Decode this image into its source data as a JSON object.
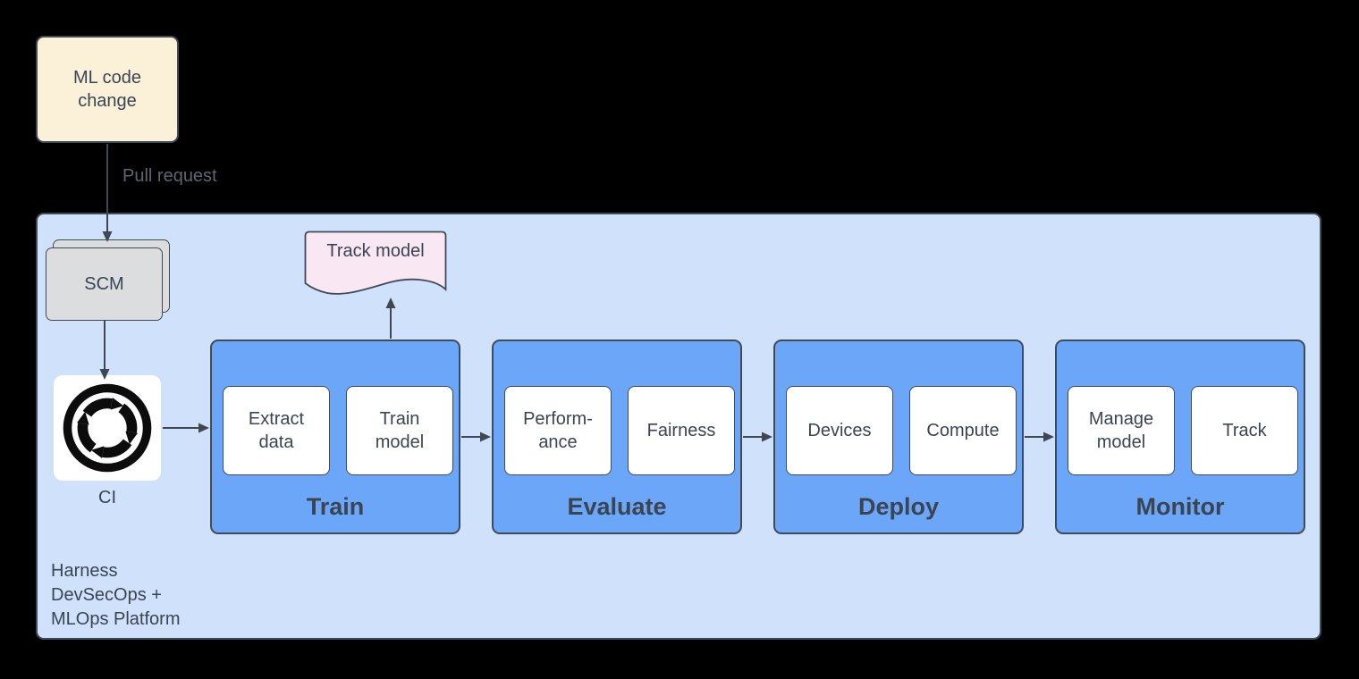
{
  "external": {
    "ml_code_change": "ML code change",
    "pull_request_label": "Pull request"
  },
  "platform": {
    "label_lines": [
      "Harness",
      "DevSecOps +",
      "MLOps Platform"
    ],
    "scm_label": "SCM",
    "ci_label": "CI",
    "track_model_label": "Track model",
    "stages": [
      {
        "name": "Train",
        "items": [
          "Extract data",
          "Train model"
        ]
      },
      {
        "name": "Evaluate",
        "items": [
          "Perform-ance",
          "Fairness"
        ]
      },
      {
        "name": "Deploy",
        "items": [
          "Devices",
          "Compute"
        ]
      },
      {
        "name": "Monitor",
        "items": [
          "Manage model",
          "Track"
        ]
      }
    ]
  },
  "icons": {
    "ci": "continuous-integration-cycle-icon",
    "track_model_shape": "document-shape"
  },
  "colors": {
    "cream": "#FBF1D8",
    "platform-fill": "#CFE1FB",
    "stage-blue": "#6CA6F8",
    "doc-pink": "#FAE7F4",
    "scm-gray": "#DCDDDF",
    "node-border": "#404B58",
    "text-dark": "#3A4551",
    "label-gray": "#5C6670",
    "arrow": "#3E4752"
  }
}
